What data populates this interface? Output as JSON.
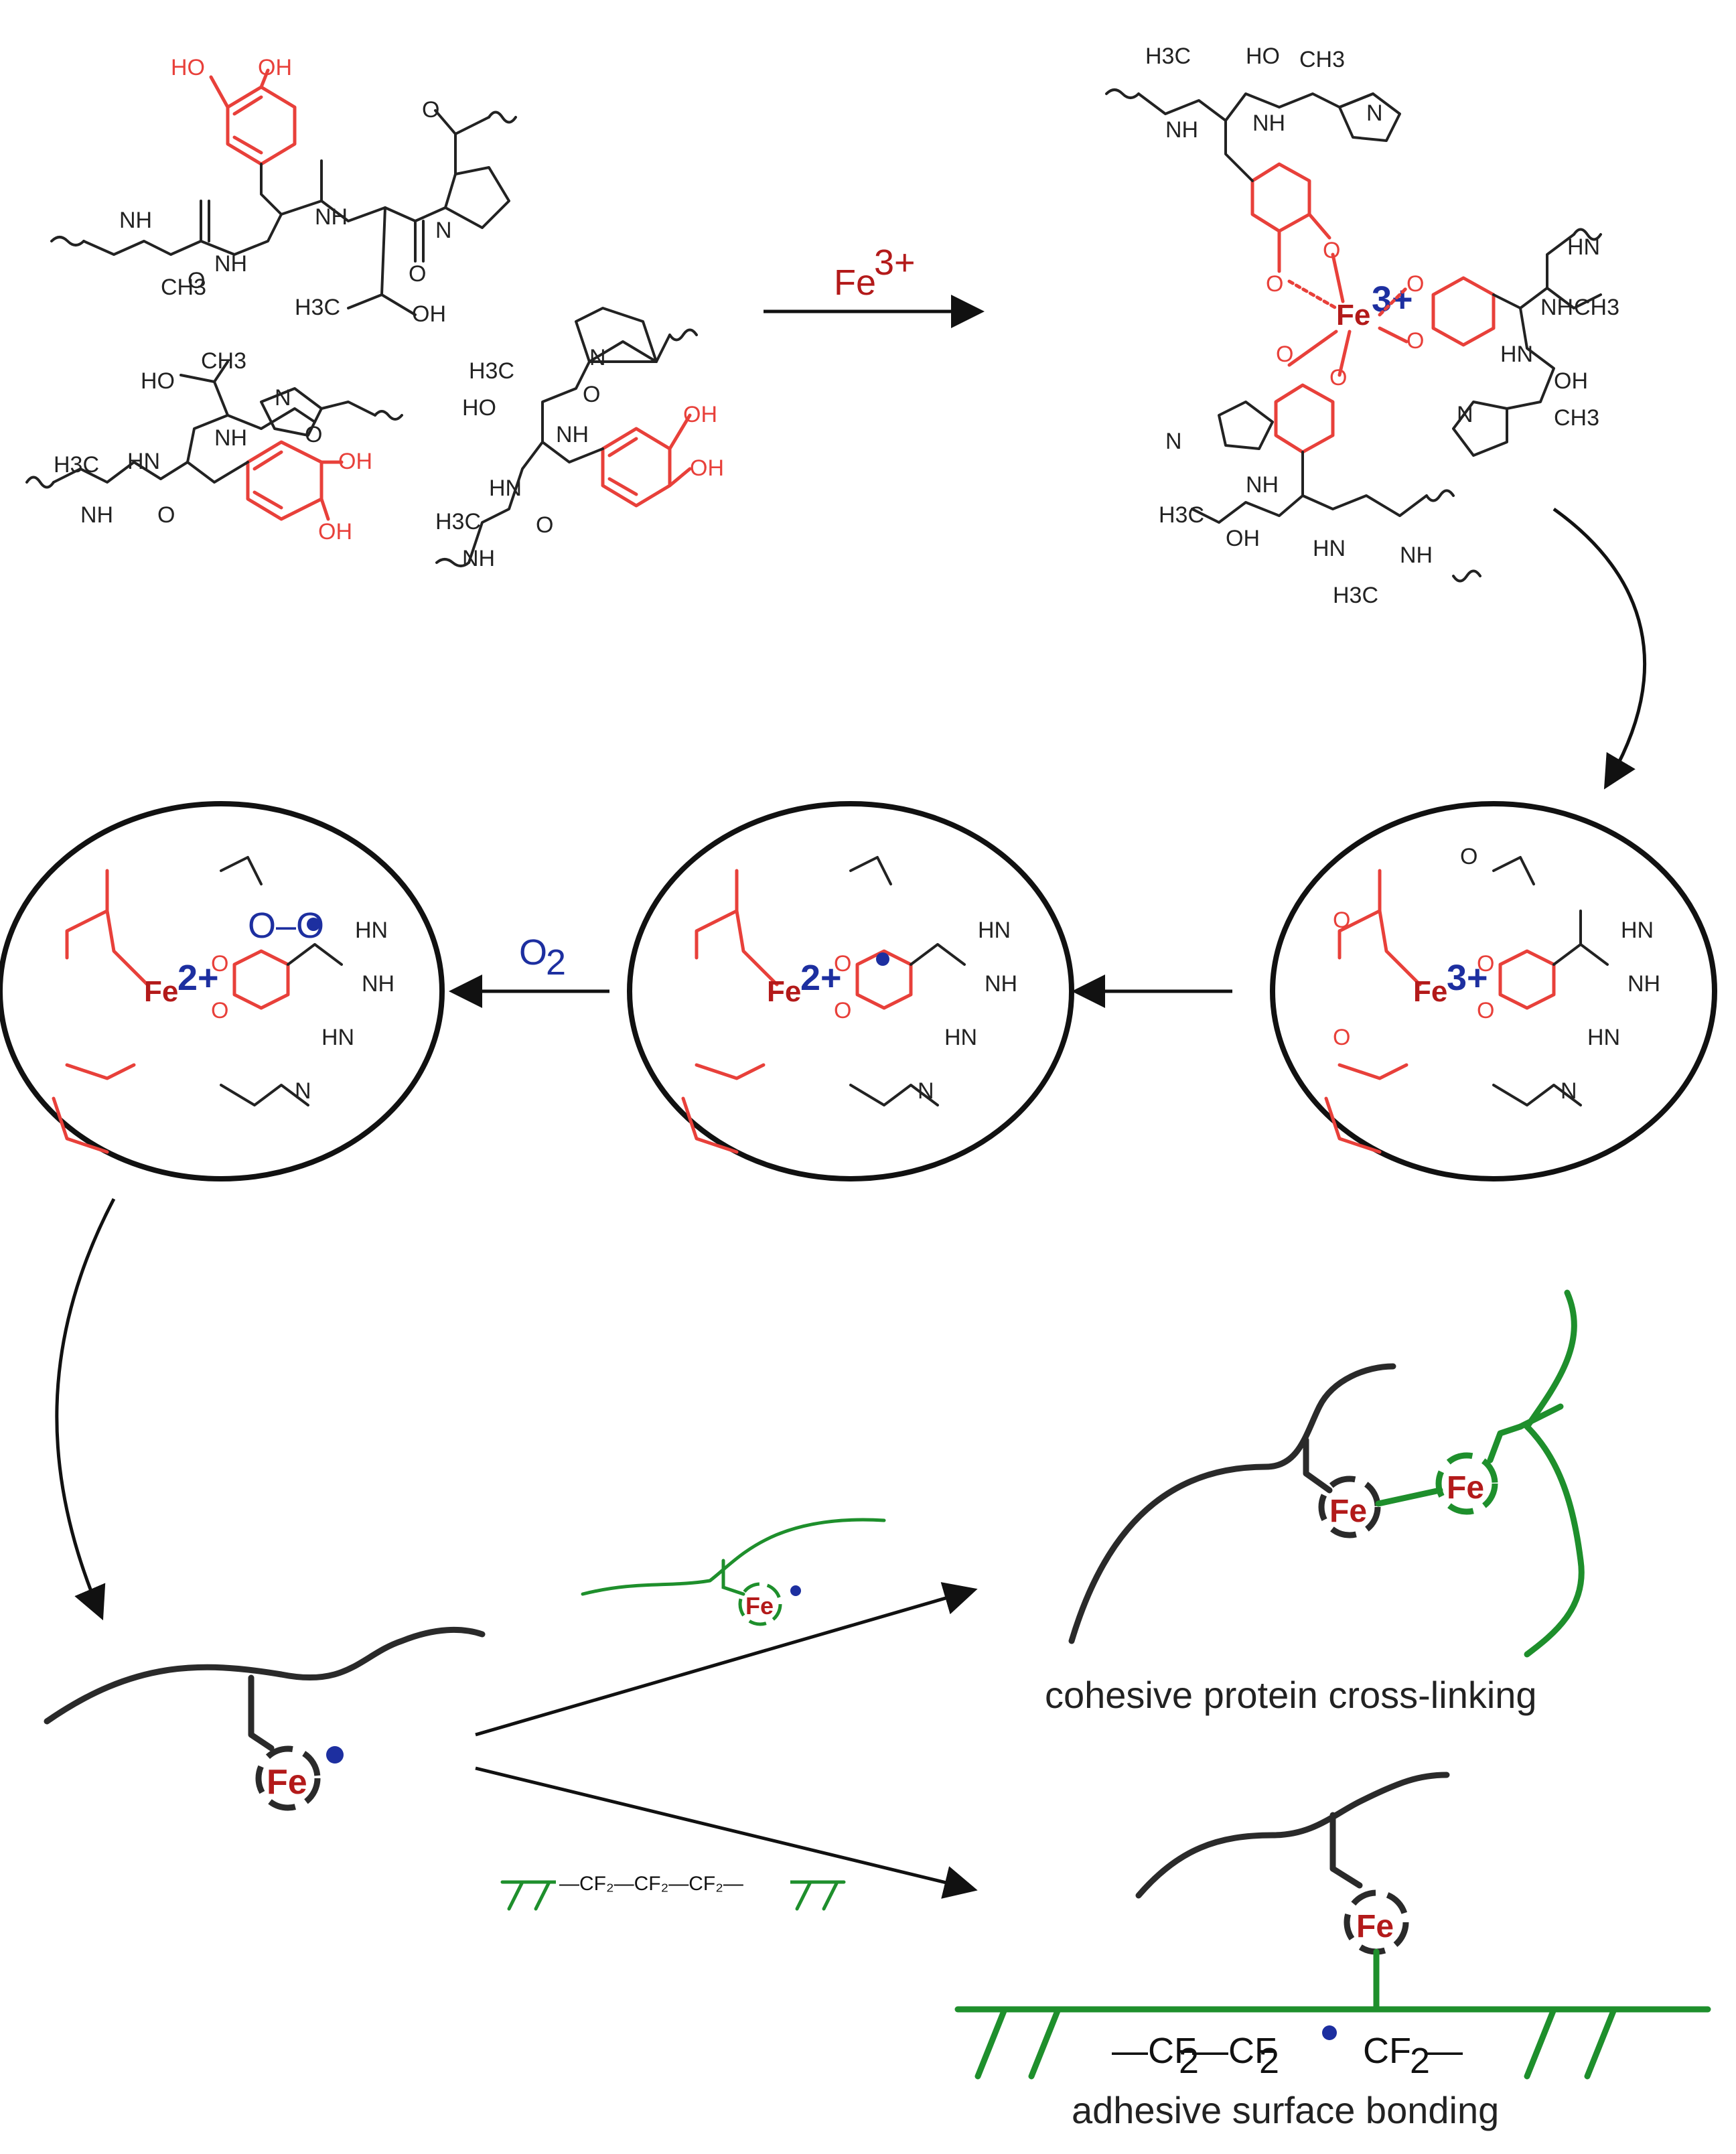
{
  "reagents": {
    "fe3_base": "Fe",
    "fe3_charge": "3+",
    "o2_base": "O",
    "o2_sub": "2"
  },
  "fe_labels": {
    "fe": "Fe",
    "fe_complex_3plus_charge": "3+",
    "fe_complex_2plus_charge": "2+"
  },
  "atoms": {
    "oh": "OH",
    "ho": "HO",
    "nh": "NH",
    "hn": "HN",
    "n": "N",
    "o": "O",
    "h3c": "H3C",
    "ch3": "CH3"
  },
  "radical_groups": {
    "peroxyl": "O–O"
  },
  "outcomes": {
    "cohesive": "cohesive protein cross-linking",
    "adhesive": "adhesive surface bonding"
  },
  "surface": {
    "small_label": "—CF₂—CF₂—CF₂—",
    "cf2_left": "—CF",
    "cf2_mid": "—CF",
    "cf2_right": "CF",
    "sub2": "2",
    "dash_end": "—"
  },
  "colors": {
    "catechol_red": "#e8403a",
    "iron_red": "#b31a1a",
    "radical_blue": "#1d2fa0",
    "polymer_green": "#1e8f2c",
    "backbone_black": "#2a2a2a"
  }
}
